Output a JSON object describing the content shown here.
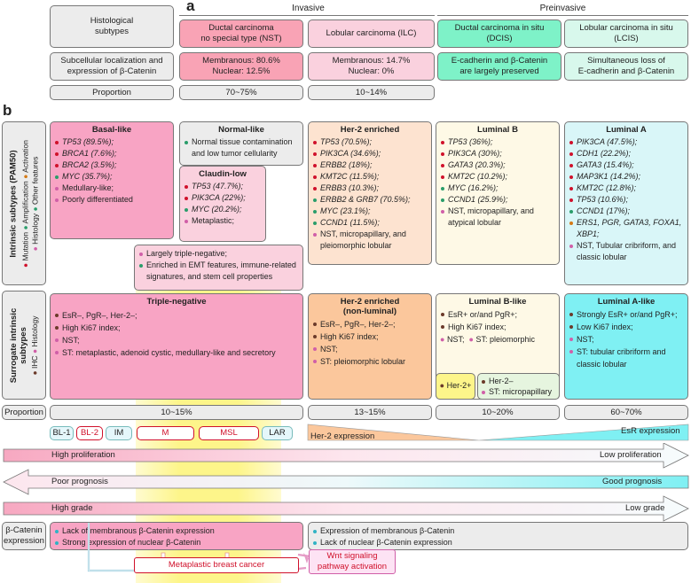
{
  "panel_a": {
    "label": "a",
    "invasive_header": "Invasive",
    "preinvasive_header": "Preinvasive",
    "row_histology_label": "Histological\nsubtypes",
    "row_localization_label": "Subcellular localization and\nexpression of β-Catenin",
    "row_proportion_label": "Proportion",
    "nst_title": "Ductal carcinoma\nno special type (NST)",
    "nst_expr": "Membranous: 80.6%\nNuclear: 12.5%",
    "nst_prop": "70~75%",
    "ilc_title": "Lobular carcinoma (ILC)",
    "ilc_expr": "Membranous: 14.7%\nNuclear: 0%",
    "ilc_prop": "10~14%",
    "dcis_title": "Ductal carcinoma in situ\n(DCIS)",
    "dcis_expr": "E-cadherin and β-Catenin\nare largely preserved",
    "lcis_title": "Lobular carcinoma in situ\n(LCIS)",
    "lcis_expr": "Simultaneous loss of\nE-cadherin and β-Catenin"
  },
  "panel_b": {
    "label": "b",
    "side_intrinsic_title": "Intrinsic subtypes (PAM50)",
    "side_intrinsic_legend": [
      "Mutation",
      "Amplification",
      "Activation",
      "Histology",
      "Other features"
    ],
    "side_surrogate_title": "Surrogate intrinsic subtypes",
    "side_surrogate_legend": [
      "IHC",
      "Histology"
    ],
    "basal": {
      "title": "Basal-like",
      "items": [
        "TP53 (89.5%);",
        "BRCA1 (7.6%);",
        "BRCA2 (3.5%);",
        "MYC (35.7%);",
        "Medullary-like;",
        "Poorly differentiated"
      ]
    },
    "normal": {
      "title": "Normal-like",
      "items": [
        "Normal tissue contamination and low tumor cellularity"
      ]
    },
    "claudin": {
      "title": "Claudin-low",
      "items": [
        "TP53 (47.7%);",
        "PIK3CA (22%);",
        "MYC (20.2%);",
        "Metaplastic;"
      ]
    },
    "claudin_features": [
      "Largely triple-negative;",
      "Enriched in EMT features, immune-related signatures, and stem cell properties"
    ],
    "her2": {
      "title": "Her-2 enriched",
      "items": [
        "TP53 (70.5%);",
        "PIK3CA (34.6%);",
        "ERBB2 (18%);",
        "KMT2C (11.5%);",
        "ERBB3 (10.3%);",
        "ERBB2 & GRB7 (70.5%);",
        "MYC (23.1%);",
        "CCND1 (11.5%);",
        "NST, micropapillary, and pleiomorphic lobular"
      ]
    },
    "lumb": {
      "title": "Luminal B",
      "items": [
        "TP53 (36%);",
        "PIK3CA (30%);",
        "GATA3 (20.3%);",
        "KMT2C (10.2%);",
        "MYC (16.2%);",
        "CCND1 (25.9%);",
        "NST, micropapillary, and atypical lobular"
      ]
    },
    "luma": {
      "title": "Luminal A",
      "items": [
        "PIK3CA (47.5%);",
        "CDH1 (22.2%);",
        "GATA3 (15.4%);",
        "MAP3K1 (14.2%);",
        "KMT2C (12.8%);",
        "TP53 (10.6%);",
        "CCND1 (17%);",
        "ERS1, PGR, GATA3, FOXA1, XBP1;",
        "NST, Tubular cribriform, and classic lobular"
      ]
    },
    "tn": {
      "title": "Triple-negative",
      "items": [
        "EsR–, PgR–, Her-2–;",
        "High Ki67 index;",
        "NST;",
        "ST: metaplastic, adenoid cystic, medullary-like and secretory"
      ]
    },
    "her2nl": {
      "title": "Her-2 enriched\n(non-luminal)",
      "items": [
        "EsR–, PgR–, Her-2–;",
        "High Ki67 index;",
        "NST;",
        "ST: pleiomorphic lobular"
      ]
    },
    "lumbl": {
      "title": "Luminal B-like",
      "items": [
        "EsR+ or/and PgR+;",
        "High Ki67 index;"
      ],
      "nst": "NST;",
      "st": "ST: pleiomorphic",
      "her2pos": "Her-2+",
      "her2neg_items": [
        "Her-2–",
        "ST: micropapillary"
      ]
    },
    "lumal": {
      "title": "Luminal A-like",
      "items": [
        "Strongly EsR+ or/and PgR+;",
        "Low Ki67 index;",
        "NST;",
        "ST: tubular cribriform and classic lobular"
      ]
    },
    "prop_label": "Proportion",
    "prop_tn": "10~15%",
    "prop_her2": "13~15%",
    "prop_lumb": "10~20%",
    "prop_luma": "60~70%",
    "tnbc_subtypes": [
      "BL-1",
      "BL-2",
      "IM",
      "M",
      "MSL",
      "LAR"
    ],
    "her2_expr": "Her-2 expression",
    "esr_expr": "EsR expression",
    "prolif_high": "High proliferation",
    "prolif_low": "Low proliferation",
    "prog_poor": "Poor prognosis",
    "prog_good": "Good prognosis",
    "grade_high": "High grade",
    "grade_low": "Low grade",
    "bcat_label": "β-Catenin\nexpression",
    "bcat_left": [
      "Lack of membranous β-Catenin expression",
      "Strong expression of nuclear β-Catenin"
    ],
    "bcat_right": [
      "Expression of membranous β-Catenin",
      "Lack of nuclear β-Catenin expression"
    ],
    "metaplastic": "Metaplastic breast cancer",
    "wnt": "Wnt signaling\npathway activation"
  },
  "colors": {
    "pink_dark": "#f9a3b5",
    "pink_light": "#fad1de",
    "mint": "#7ef2c8",
    "peach": "#fde3d0",
    "her2_nl": "#fbc79c",
    "lumb_bg": "#fef9e6",
    "luma_bg": "#d9f6f8",
    "cyan_strong": "#7ff0f3",
    "yellow_band": "#fdf58a",
    "mutation": "#d0112b",
    "amplification": "#2a9d6a",
    "activation": "#d47a16",
    "histology": "#d05fa8",
    "ihc": "#6b3a2a",
    "beta_catenin": "#2fb3c4"
  }
}
